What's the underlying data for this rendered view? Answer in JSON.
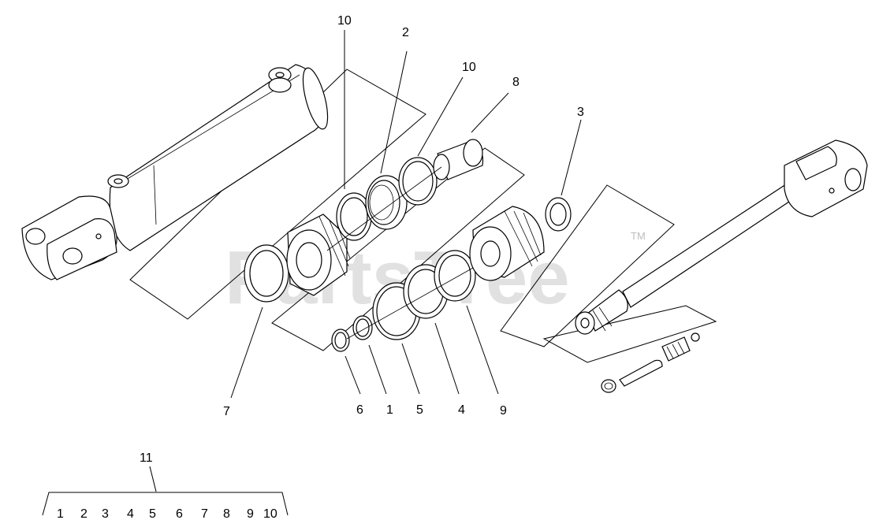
{
  "watermark": {
    "text": "PartsTree",
    "trademark": "TM"
  },
  "callouts": [
    {
      "key": "c10a",
      "label": "10"
    },
    {
      "key": "c2",
      "label": "2"
    },
    {
      "key": "c10b",
      "label": "10"
    },
    {
      "key": "c8",
      "label": "8"
    },
    {
      "key": "c3",
      "label": "3"
    },
    {
      "key": "c7",
      "label": "7"
    },
    {
      "key": "c6",
      "label": "6"
    },
    {
      "key": "c1",
      "label": "1"
    },
    {
      "key": "c5",
      "label": "5"
    },
    {
      "key": "c4",
      "label": "4"
    },
    {
      "key": "c9",
      "label": "9"
    },
    {
      "key": "c11",
      "label": "11"
    }
  ],
  "kit": {
    "label": "11",
    "items": [
      "1",
      "2",
      "3",
      "4",
      "5",
      "6",
      "7",
      "8",
      "9",
      "10"
    ]
  }
}
